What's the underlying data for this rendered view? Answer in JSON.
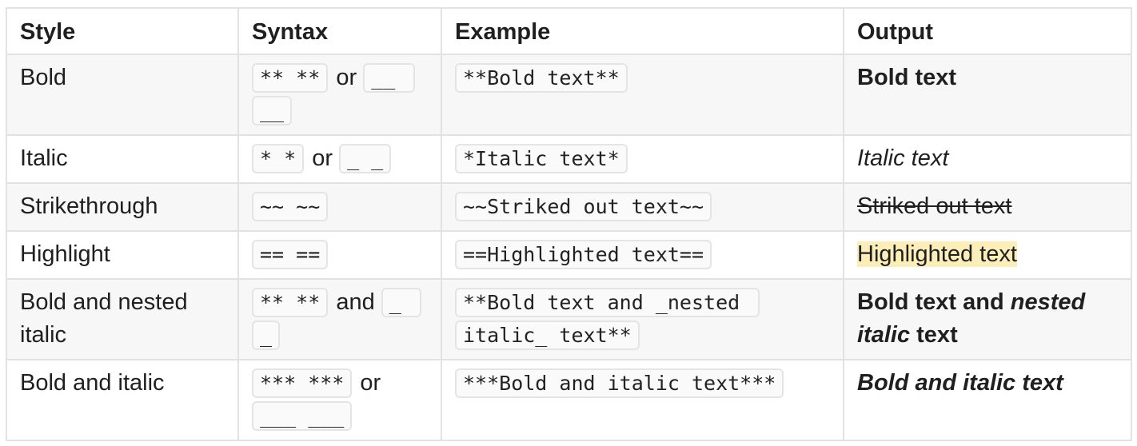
{
  "headers": {
    "style": "Style",
    "syntax": "Syntax",
    "example": "Example",
    "output": "Output"
  },
  "rows": [
    {
      "style": "Bold",
      "syntax_a": "** **",
      "connector": "or",
      "syntax_b": "__ __",
      "example": "**Bold text**",
      "output": "Bold text"
    },
    {
      "style": "Italic",
      "syntax_a": "* *",
      "connector": "or",
      "syntax_b": "_ _",
      "example": "*Italic text*",
      "output": "Italic text"
    },
    {
      "style": "Strikethrough",
      "syntax_a": "~~ ~~",
      "example": "~~Striked out text~~",
      "output": "Striked out text"
    },
    {
      "style": "Highlight",
      "syntax_a": "== ==",
      "example": "==Highlighted text==",
      "output": "Highlighted text",
      "highlight_color": "#fbeeb8"
    },
    {
      "style": "Bold and nested italic",
      "syntax_a": "** **",
      "connector": "and",
      "syntax_b": "_ _",
      "example": "**Bold text and _nested italic_ text**",
      "output_pre": "Bold text and ",
      "output_italic": "nested italic",
      "output_post": " text"
    },
    {
      "style": "Bold and italic",
      "syntax_a": "*** ***",
      "connector": "or",
      "syntax_b": "___ ___",
      "example": "***Bold and italic text***",
      "output": "Bold and italic text"
    }
  ]
}
